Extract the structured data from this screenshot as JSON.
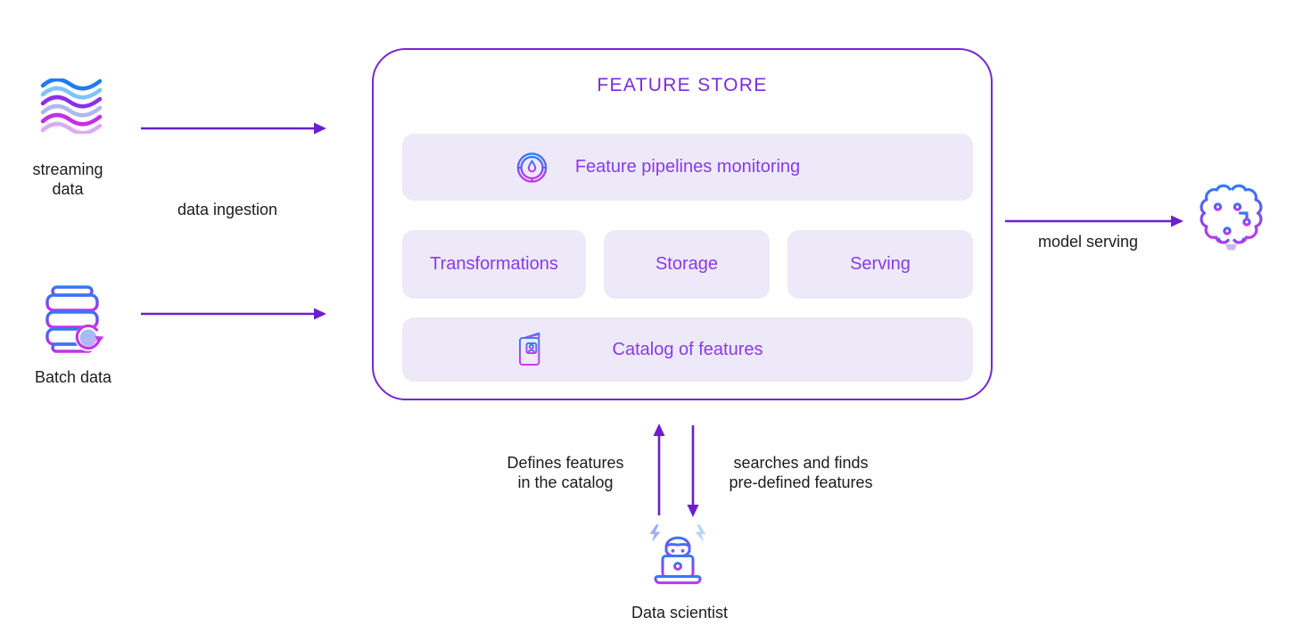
{
  "palette": {
    "accent_purple": "#7c2bdf",
    "box_text_purple": "#8a3aeb",
    "box_background": "#ede9f8",
    "arrow_purple": "#6b1fcc",
    "container_border": "#7527d2",
    "label_dark": "#1c1c22"
  },
  "sources": {
    "streaming": {
      "icon": "waves-icon",
      "label_line1": "streaming",
      "label_line2": "data"
    },
    "batch": {
      "icon": "database-sync-icon",
      "label": "Batch data"
    }
  },
  "flows": {
    "ingestion_label": "data ingestion",
    "model_serving_label": "model serving",
    "defines_line1": "Defines features",
    "defines_line2": "in the catalog",
    "searches_line1": "searches and finds",
    "searches_line2": "pre-defined features"
  },
  "feature_store": {
    "title": "FEATURE STORE",
    "monitoring": {
      "icon": "gauge-icon",
      "label": "Feature pipelines monitoring"
    },
    "components": [
      "Transformations",
      "Storage",
      "Serving"
    ],
    "catalog": {
      "icon": "catalog-book-icon",
      "label": "Catalog of features"
    }
  },
  "model": {
    "icon": "ai-brain-icon"
  },
  "data_scientist": {
    "icon": "person-laptop-icon",
    "label": "Data scientist"
  }
}
